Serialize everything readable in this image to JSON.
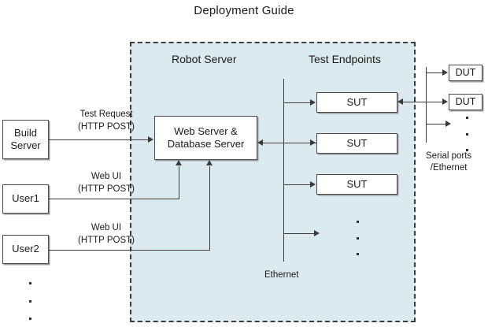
{
  "title": "Deployment Guide",
  "zone": {
    "label_left": "Robot Server",
    "label_right": "Test Endpoints"
  },
  "left_nodes": [
    {
      "name": "build-server",
      "label": "Build\nServer"
    },
    {
      "name": "user1",
      "label": "User1"
    },
    {
      "name": "user2",
      "label": "User2"
    }
  ],
  "left_labels": {
    "build_server": "Build\nServer",
    "user1": "User1",
    "user2": "User2"
  },
  "server_node": {
    "label": "Web Server &\nDatabase Server"
  },
  "edges": [
    {
      "name": "build-server-edge",
      "line1": "Test Request",
      "line2": "(HTTP POST)"
    },
    {
      "name": "user1-edge",
      "line1": "Web UI",
      "line2": "(HTTP POST)"
    },
    {
      "name": "user2-edge",
      "line1": "Web UI",
      "line2": "(HTTP POST)"
    }
  ],
  "endpoints": [
    {
      "label": "SUT"
    },
    {
      "label": "SUT"
    },
    {
      "label": "SUT"
    }
  ],
  "duts": [
    {
      "label": "DUT"
    },
    {
      "label": "DUT"
    }
  ],
  "captions": {
    "ethernet": "Ethernet",
    "serial_ports": "Serial ports",
    "ethernet_alt": "/Ethernet"
  },
  "colors": {
    "zone_fill": "#daeaef",
    "zone_border": "#3b3b3b",
    "line": "#3a3a3a",
    "node_border": "#4a4a4a",
    "text": "#1a1a1a"
  }
}
